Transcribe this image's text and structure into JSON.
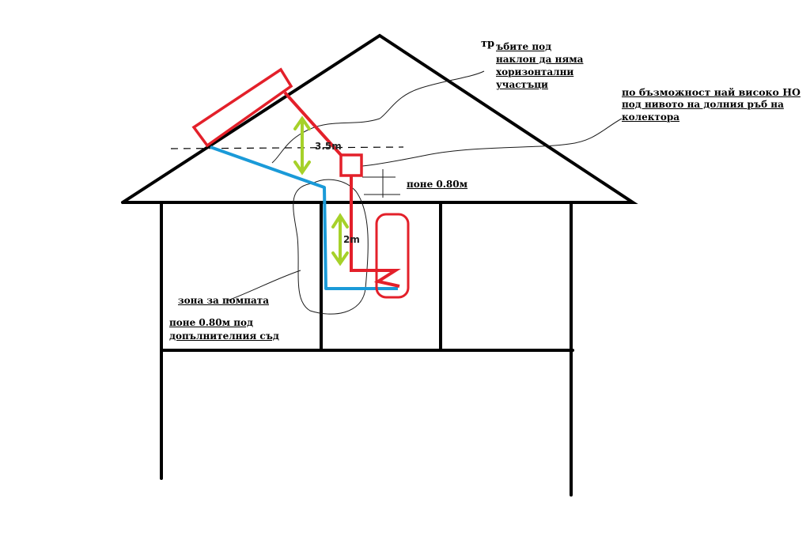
{
  "labels": {
    "pipes_note_1": "тр",
    "pipes_note_2": "ъбите под",
    "pipes_note_3": "наклон да няма",
    "pipes_note_4": "хоризонтални",
    "pipes_note_5": "участъци",
    "tank_note_1": "по бъзможност най високо НО",
    "tank_note_2": "под нивото на долния ръб на",
    "tank_note_3": "колектора",
    "min_080": "поне 0.80м",
    "pump_zone": "зона за помпата",
    "aux_1": "поне 0.80м под",
    "aux_2": "допълнителния съд"
  },
  "dimensions": {
    "height_collector": "3.5m",
    "height_boiler": "2m"
  },
  "colors": {
    "structure": "#000000",
    "hot_pipe": "#e3202a",
    "cold_pipe": "#1a9ad8",
    "dimension_arrow": "#a6d12a",
    "outline": "#1a1a1a"
  }
}
